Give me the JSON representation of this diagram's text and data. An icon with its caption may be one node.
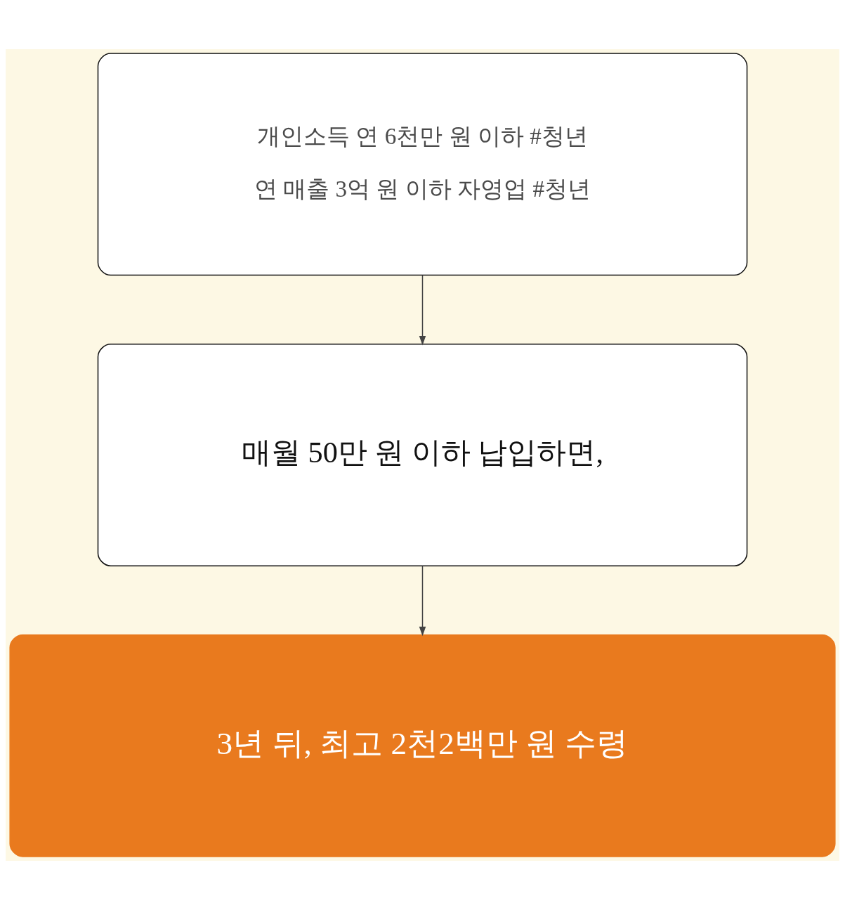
{
  "diagram": {
    "nodes": [
      {
        "text": [
          "개인소득 연 6천만 원 이하 #청년",
          "연 매출 3억 원 이하 자영업 #청년"
        ]
      },
      {
        "text": [
          "매월 50만 원 이하 납입하면,"
        ]
      },
      {
        "text": [
          "3년 뒤, 최고 2천2백만 원 수령"
        ]
      }
    ],
    "edges": [
      {
        "from": 0,
        "to": 1,
        "arrow": "to"
      },
      {
        "from": 1,
        "to": 2,
        "arrow": "to"
      }
    ]
  }
}
